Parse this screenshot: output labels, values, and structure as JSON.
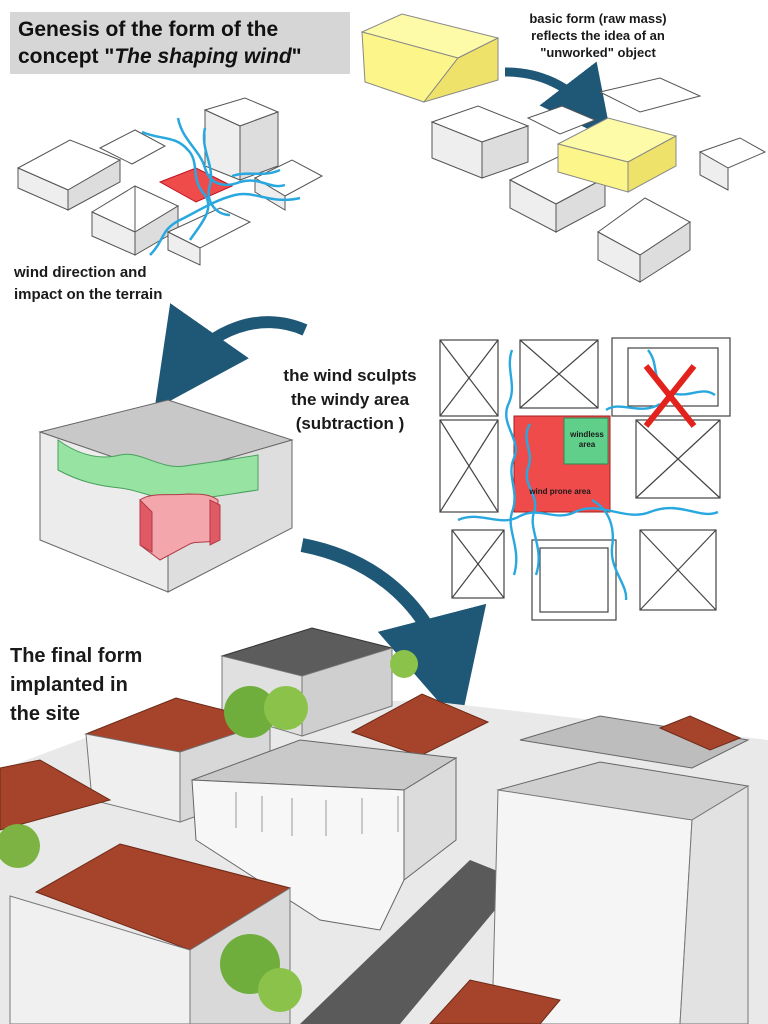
{
  "title": {
    "line1": "Genesis of the form of the",
    "line2_prefix": "concept \"",
    "line2_italic": "The shaping wind",
    "line2_suffix": "\""
  },
  "labels": {
    "basic_form_line1": "basic form (raw mass)",
    "basic_form_line2": "reflects the idea of an",
    "basic_form_line3": "\"unworked\" object",
    "wind_direction_line1": "wind direction and",
    "wind_direction_line2": "impact on the terrain",
    "sculpt_line1": "the wind sculpts",
    "sculpt_line2": "the windy area",
    "sculpt_line3": "(subtraction )",
    "windless_area": "windless area",
    "wind_prone_area": "wind prone area",
    "final_line1": "The final form",
    "final_line2": "implanted in",
    "final_line3": "the site"
  },
  "colors": {
    "title_bg": "#d6d6d6",
    "arrow": "#1f5877",
    "wind": "#29a8e0",
    "windy_area": "#ef4b4b",
    "windless_area": "#5fcf8a",
    "raw_mass": "#fbf58a",
    "roof": "#a5442a",
    "tree": "#6fae3c",
    "cross": "#e3221c"
  }
}
